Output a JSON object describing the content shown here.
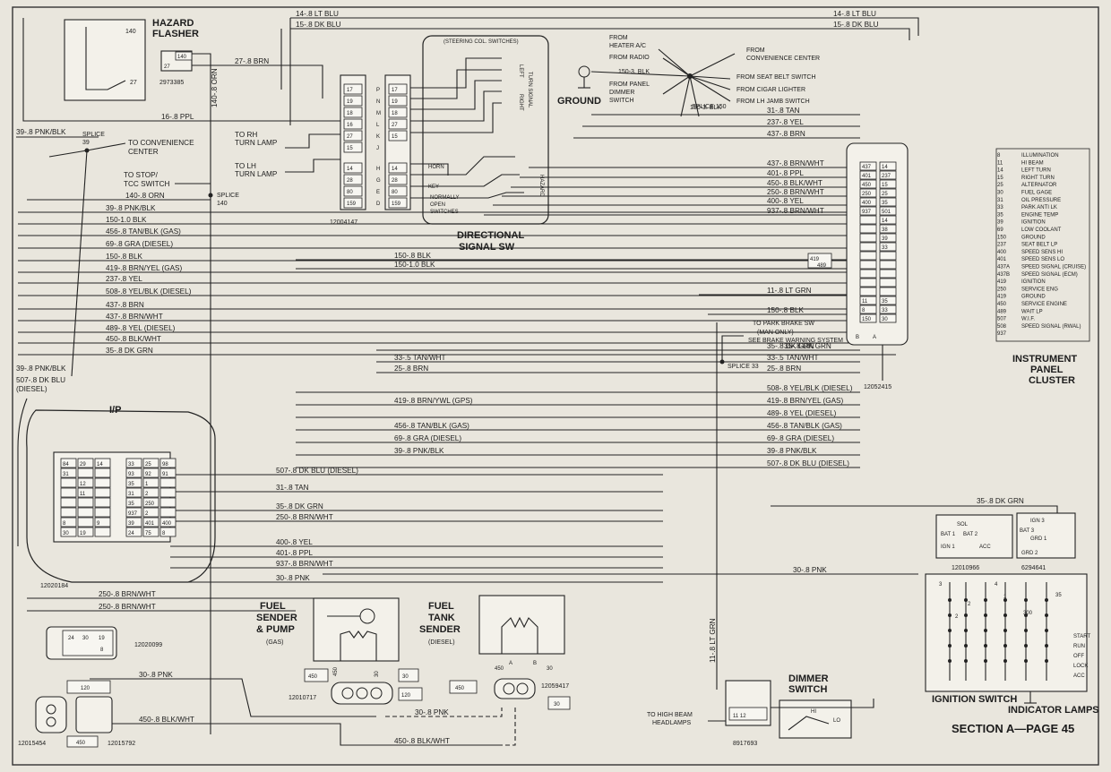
{
  "page": {
    "section": "SECTION A—PAGE 45"
  },
  "components": {
    "hazard_flasher": {
      "title1": "HAZARD",
      "title2": "FLASHER",
      "part": "2973385",
      "pin_140": "140",
      "pin_27": "27",
      "pin_27b": "27"
    },
    "splice39": {
      "line1": "SPLICE",
      "line2": "39"
    },
    "splice140": {
      "line1": "SPLICE",
      "line2": "140"
    },
    "splice33": "SPLICE 33",
    "splice150": "SPLICE 150",
    "directional": {
      "title1": "DIRECTIONAL",
      "title2": "SIGNAL SW",
      "part": "12004147",
      "steering_col": "(STEERING COL. SWITCHES)",
      "left": "LEFT",
      "right": "RIGHT",
      "turn_signal": "TURN SIGNAL",
      "hazard": "HAZARD",
      "horn": "HORN",
      "key": "KEY",
      "normally1": "NORMALLY",
      "normally2": "OPEN",
      "normally3": "SWITCHES"
    },
    "ground": "GROUND",
    "ip_cluster": {
      "title1": "INSTRUMENT",
      "title2": "PANEL",
      "title3": "CLUSTER",
      "part": "12052415",
      "side_a": "A",
      "side_b": "B",
      "tag1": "419",
      "tag2": "489"
    },
    "ip_connector": {
      "label": "I/P",
      "part": "12020184",
      "part_b": "12020099"
    },
    "fuel_sender": {
      "t1": "FUEL",
      "t2": "SENDER",
      "t3": "& PUMP",
      "t4": "(GAS)",
      "part": "12010717",
      "p450": "450",
      "p30": "30"
    },
    "fuel_tank": {
      "t1": "FUEL",
      "t2": "TANK",
      "t3": "SENDER",
      "t4": "(DIESEL)",
      "part": "12059417",
      "pa": "A",
      "pb": "B",
      "p450": "450",
      "p30": "30"
    },
    "dimmer": {
      "t1": "DIMMER",
      "t2": "SWITCH",
      "part": "8917693",
      "hi": "HI",
      "lo": "LO",
      "to1": "TO HIGH BEAM",
      "to2": "HEADLAMPS"
    },
    "ignition": {
      "title": "IGNITION SWITCH",
      "part1": "12010966",
      "part2": "6294641",
      "sol": "SOL",
      "bat1": "BAT 1",
      "bat2": "BAT 2",
      "bat3": "BAT 3",
      "ign1": "IGN 1",
      "ign3": "IGN 3",
      "acc": "ACC",
      "grd1": "GRD 1",
      "grd2": "GRD 2",
      "positions": [
        "START",
        "RUN",
        "OFF",
        "LOCK",
        "ACC"
      ]
    },
    "indicator": "INDICATOR LAMPS",
    "parts_left": {
      "a": "12015454",
      "b": "12015792"
    }
  },
  "from_labels": {
    "heater": "FROM\nHEATER A/C",
    "heater1": "FROM",
    "heater2": "HEATER A/C",
    "radio": "FROM RADIO",
    "panel1": "FROM PANEL",
    "panel2": "DIMMER",
    "panel3": "SWITCH",
    "conv1": "FROM",
    "conv2": "CONVENIENCE CENTER",
    "seat": "FROM SEAT BELT SWITCH",
    "cigar": "FROM CIGAR LIGHTER",
    "jamb": "FROM LH JAMB SWITCH",
    "blk150": "150-3. BLK"
  },
  "left_labels": {
    "to_conv1": "TO CONVENIENCE",
    "to_conv2": "CENTER",
    "to_stop1": "TO STOP/",
    "to_stop2": "TCC SWITCH",
    "rh1": "TO RH",
    "rh2": "TURN LAMP",
    "lh1": "TO LH",
    "lh2": "TURN LAMP",
    "park1": "TO PARK BRAKE SW",
    "park2": "(MAN ONLY)",
    "park3": "SEE BRAKE WARNING SYSTEM"
  },
  "wires": {
    "w14": "14-.8 LT BLU",
    "w15": "15-.8 DK BLU",
    "w27": "27-.8 BRN",
    "w140v": "140-.8 ORN",
    "w16": "16-.8 PPL",
    "w39a": "39-.8 PNK/BLK",
    "w140": "140-.8 ORN",
    "w31": "31-.8 TAN",
    "w237": "237-.8 YEL",
    "w437": "437-.8 BRN",
    "w437b": "437-.8 BRN/WHT",
    "w401": "401-.8 PPL",
    "w450": "450-.8 BLK/WHT",
    "w250": "250-.8 BRN/WHT",
    "w400": "400-.8 YEL",
    "w937": "937-.8 BRN/WHT",
    "l39": "39-.8 PNK/BLK",
    "l150": "150-1.0 BLK",
    "l456": "456-.8 TAN/BLK (GAS)",
    "l69": "69-.8 GRA (DIESEL)",
    "l150b": "150-.8 BLK",
    "l419": "419-.8 BRN/YEL (GAS)",
    "l237": "237-.8 YEL",
    "l508": "508-.8 YEL/BLK (DIESEL)",
    "l437": "437-.8 BRN",
    "l437b": "437-.8 BRN/WHT",
    "l489": "489-.8 YEL (DIESEL)",
    "l450": "450-.8 BLK/WHT",
    "l35": "35-.8 DK GRN",
    "l39b": "39-.8 PNK/BLK",
    "l507": "507-.8 DK BLU",
    "l507b": "(DIESEL)",
    "m150": "150-.8 BLK",
    "m150b": "150-1.0 BLK",
    "m11": "11-.8 LT GRN",
    "m150c": "150-.8 BLK",
    "m35": "35-.8 DK GRN",
    "m33": "33-.5 TAN/WHT",
    "m33b": "33-.5 TAN/WHT",
    "m25": "25-.8 BRN",
    "m25b": "25-.8 BRN",
    "m508": "508-.8 YEL/BLK (DIESEL)",
    "m419": "419-.8 BRN/YEL (GAS)",
    "m419b": "419-.8 BRN/YWL (GPS)",
    "m489": "489-.8 YEL (DIESEL)",
    "m456": "456-.8 TAN/BLK (GAS)",
    "m456b": "456-.8 TAN/BLK (GAS)",
    "m69": "69-.8 GRA (DIESEL)",
    "m69b": "69-.8 GRA (DIESEL)",
    "m39": "39-.8 PNK/BLK",
    "m39b": "39-.8 PNK/BLK",
    "m507": "507-.8 DK BLU (DIESEL)",
    "m507b": "507-.8 DK BLU (DIESEL)",
    "m31": "31-.8 TAN",
    "m35c": "35-.8 DK GRN",
    "m250": "250-.8 BRN/WHT",
    "m400": "400-.8 YEL",
    "m401": "401-.8 PPL",
    "m937": "937-.8 BRN/WHT",
    "m30": "30-.8 PNK",
    "m30b": "30-.8 PNK",
    "m35d": "35-.8 DK GRN",
    "b250": "250-.8 BRN/WHT",
    "b250b": "250-.8 BRN/WHT",
    "b30": "30-.8 PNK",
    "b450": "450-.8 BLK/WHT",
    "b30b": "30-.8 PNK",
    "b450b": "450-.8 BLK/WHT",
    "v11": "11-.8 LT GRN",
    "v140": "140-.8 ORN"
  },
  "legend": {
    "nums": [
      "8",
      "11",
      "14",
      "15",
      "25",
      "30",
      "31",
      "33",
      "35",
      "39",
      "69",
      "150",
      "237",
      "400",
      "401",
      "437A",
      "437B",
      "419",
      "250",
      "419",
      "450",
      "489",
      "507",
      "508",
      "937"
    ],
    "names": [
      "ILLUMINATION",
      "HI BEAM",
      "LEFT TURN",
      "RIGHT TURN",
      "ALTERNATOR",
      "FUEL GAGE",
      "OIL PRESSURE",
      "PARK ANTI LK",
      "ENGINE TEMP",
      "IGNITION",
      "LOW COOLANT",
      "GROUND",
      "SEAT BELT LP",
      "SPEED SENS  HI",
      "SPEED SENS  LO",
      "SPEED SIGNAL (CRUISE)",
      "SPEED SIGNAL (ECM)",
      "IGNITION",
      "SERVICE ENG",
      "GROUND",
      "SERVICE ENGINE",
      "WAIT LP",
      "W.I.F.",
      "SPEED SIGNAL (RWAL)",
      ""
    ]
  },
  "dir_pins_left": [
    "17",
    "19",
    "18",
    "16",
    "27",
    "15",
    "14",
    "28",
    "80",
    "159"
  ],
  "dir_pins_right": [
    "17",
    "19",
    "18",
    "27",
    "15",
    "14",
    "28",
    "80",
    "159"
  ],
  "dir_letters": [
    "P",
    "N",
    "M",
    "L",
    "K",
    "J",
    "H",
    "G",
    "E",
    "D"
  ],
  "cluster_pins_b": [
    "437",
    "401",
    "450",
    "250",
    "400",
    "937",
    "",
    "",
    "",
    "",
    "",
    "",
    "",
    "",
    "",
    "11",
    "8",
    "150"
  ],
  "cluster_pins_a": [
    "14",
    "237",
    "15",
    "25",
    "35",
    "501",
    "14",
    "38",
    "39",
    "33",
    "",
    "",
    "",
    "",
    "",
    "35",
    "33",
    "30"
  ],
  "ip_pins": [
    [
      "84",
      "29",
      "14",
      "33",
      "25",
      "98"
    ],
    [
      "31",
      "",
      "",
      "93",
      "92",
      "91"
    ],
    [
      "",
      "12",
      "",
      "35",
      "1",
      ""
    ],
    [
      "",
      "11",
      "",
      "31",
      "2",
      ""
    ],
    [
      "",
      "",
      "",
      "35",
      "250",
      ""
    ],
    [
      "",
      "",
      "",
      "937",
      "2",
      ""
    ],
    [
      "8",
      "",
      "9",
      "39",
      "401",
      "400"
    ],
    [
      "30",
      "19",
      "",
      "24",
      "75",
      "8"
    ]
  ],
  "ign_nums": [
    "3",
    "4",
    "1",
    "2",
    "2",
    "35",
    "300"
  ],
  "conn_pins": {
    "p24": "24",
    "p30": "30",
    "p19": "19",
    "p8": "8",
    "p120": "120",
    "p450": "450",
    "p30b": "30",
    "p120b": "120"
  }
}
